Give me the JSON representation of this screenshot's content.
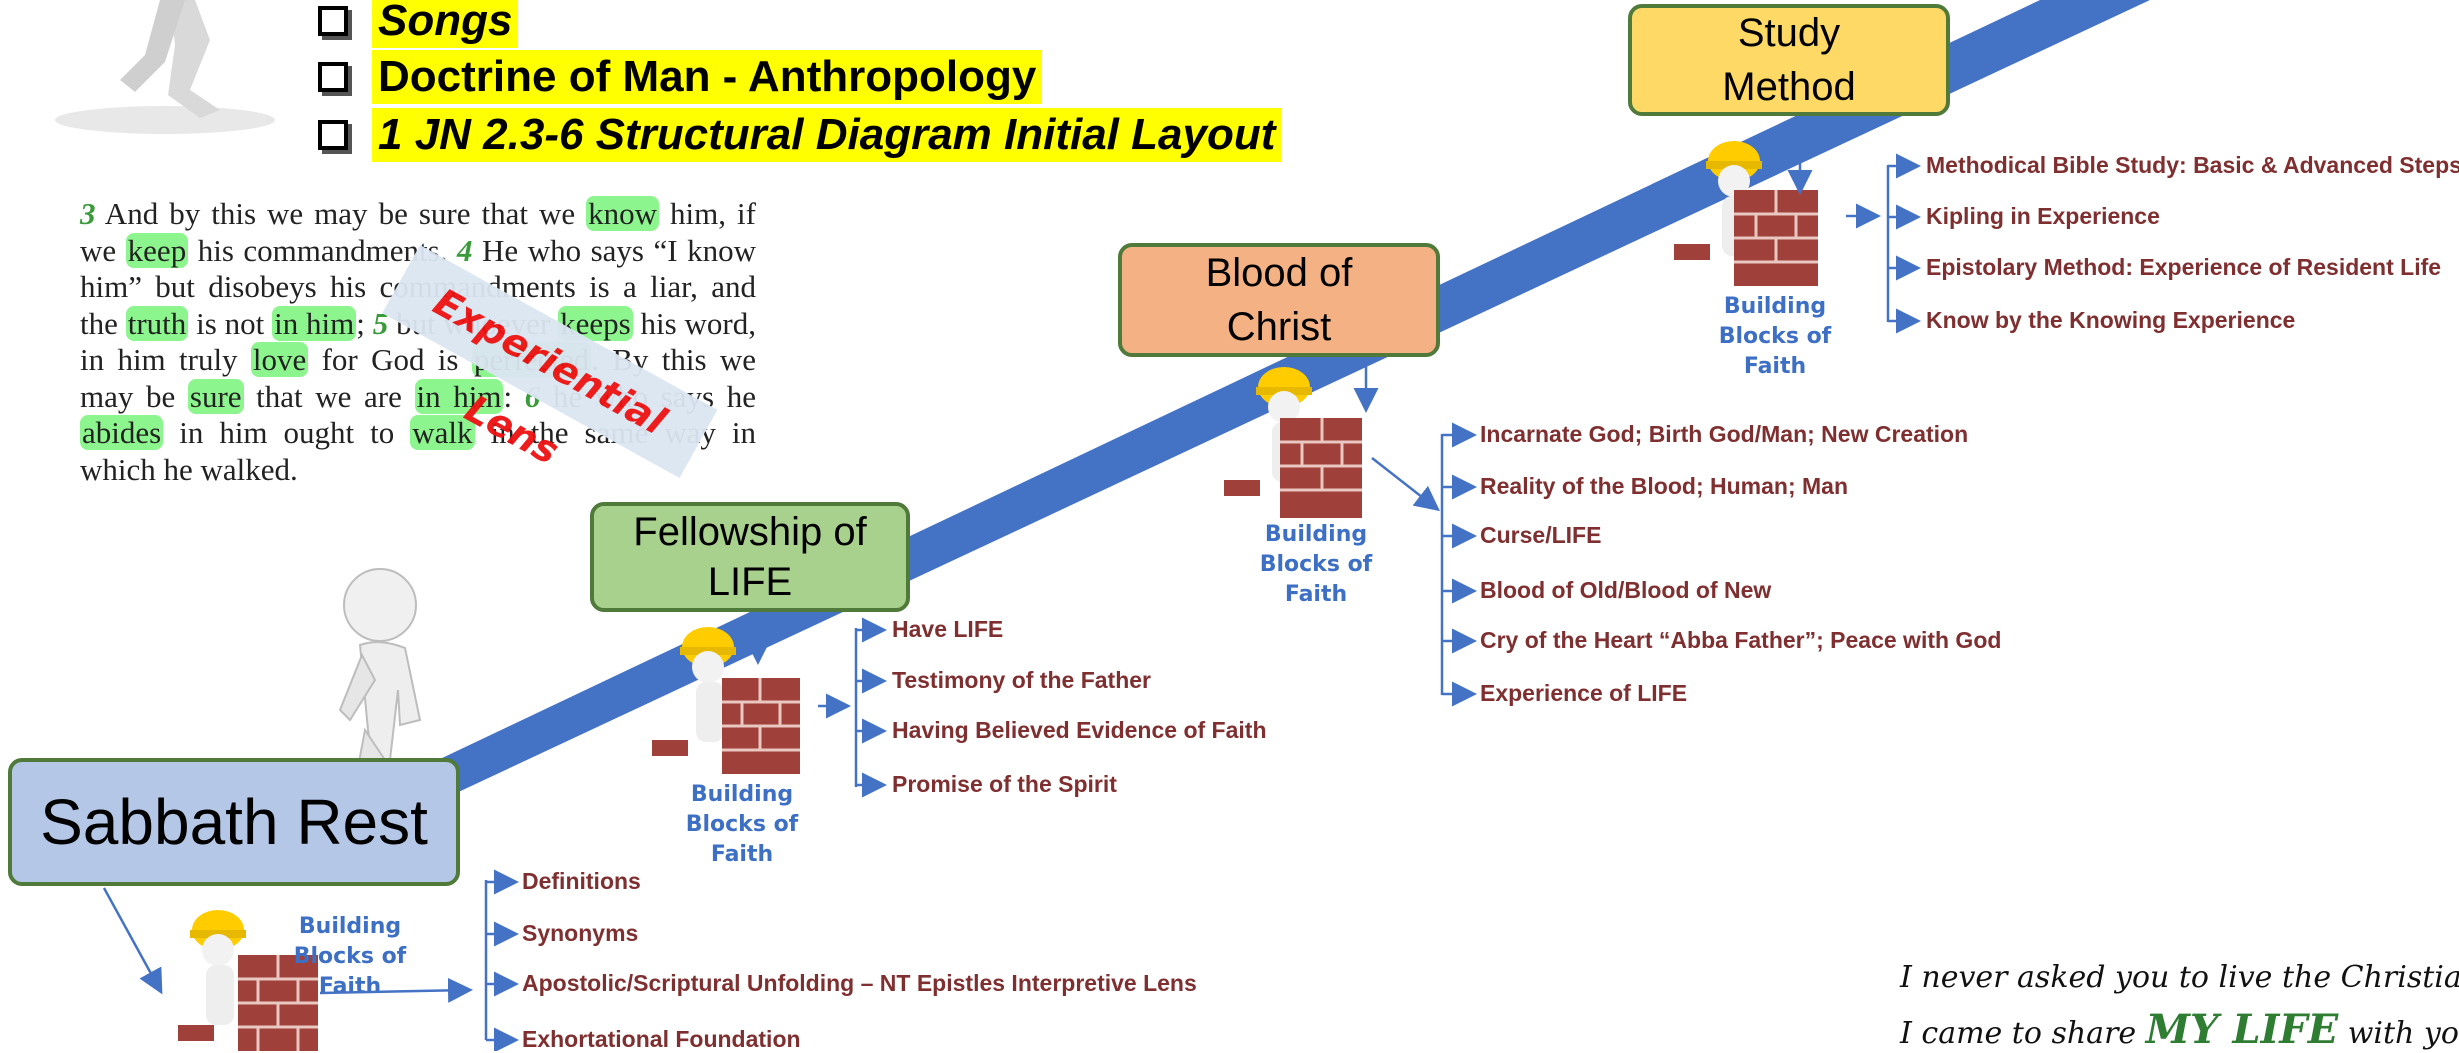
{
  "checklist": [
    {
      "label": "Songs",
      "italic": true
    },
    {
      "label": "Doctrine of Man - Anthropology",
      "italic": false
    },
    {
      "label": "1 JN 2.3-6  Structural Diagram Initial Layout",
      "italic": true
    }
  ],
  "verse": {
    "segments": [
      {
        "t": "3",
        "vn": true
      },
      {
        "t": " And by this we may be sure that we "
      },
      {
        "t": "know",
        "hl": true
      },
      {
        "t": " him, if we "
      },
      {
        "t": "keep",
        "hl": true
      },
      {
        "t": " his commandments. "
      },
      {
        "t": "4",
        "vn": true
      },
      {
        "t": " He who says “I know him” but disobeys his commandments is a liar, and the "
      },
      {
        "t": "truth",
        "hl": true
      },
      {
        "t": " is not "
      },
      {
        "t": "in him",
        "hl": true
      },
      {
        "t": "; "
      },
      {
        "t": "5",
        "vn": true
      },
      {
        "t": " but whoever "
      },
      {
        "t": "keeps",
        "hl": true
      },
      {
        "t": " his word, in him truly "
      },
      {
        "t": "love",
        "hl": true
      },
      {
        "t": " for God is "
      },
      {
        "t": "perfected",
        "hl": true
      },
      {
        "t": ". By this we may be "
      },
      {
        "t": "sure",
        "hl": true
      },
      {
        "t": " that we are "
      },
      {
        "t": "in him",
        "hl": true
      },
      {
        "t": ": "
      },
      {
        "t": "6",
        "vn": true
      },
      {
        "t": " he who says he "
      },
      {
        "t": "abides",
        "hl": true
      },
      {
        "t": " in him ought to "
      },
      {
        "t": "walk",
        "hl": true
      },
      {
        "t": " in the same way in which he walked."
      }
    ]
  },
  "lens_label": "Experiential Lens",
  "building_blocks_label": "Building Blocks of Faith",
  "stages": {
    "sabbath": {
      "title": "Sabbath Rest",
      "color": "#b4c7e7",
      "items": [
        "Definitions",
        "Synonyms",
        "Apostolic/Scriptural Unfolding – NT Epistles Interpretive Lens",
        "Exhortational Foundation"
      ]
    },
    "fellowship": {
      "title": "Fellowship of LIFE",
      "color": "#a9d18e",
      "items": [
        "Have LIFE",
        "Testimony of the Father",
        "Having Believed Evidence of Faith",
        "Promise of the Spirit"
      ]
    },
    "blood": {
      "title": "Blood of Christ",
      "color": "#f4b183",
      "items": [
        "Incarnate God; Birth God/Man; New Creation",
        "Reality of the Blood; Human; Man",
        "Curse/LIFE",
        "Blood of Old/Blood of New",
        "Cry of the Heart “Abba Father”; Peace with God",
        "Experience of LIFE"
      ]
    },
    "study": {
      "title": "Study Method",
      "color": "#ffd966",
      "items": [
        "Methodical Bible Study: Basic & Advanced Steps",
        "Kipling in Experience",
        "Epistolary Method: Experience of Resident Life",
        "Know by the Knowing Experience"
      ]
    }
  },
  "quote": {
    "line1": "I never asked you to live the Christian life",
    "line2_prefix": "I came to share ",
    "line2_emph": "MY LIFE",
    "line2_suffix": " with you."
  },
  "colors": {
    "arrow": "#4472c4",
    "item_text": "#7f2f30",
    "bbf_text": "#3d70c4",
    "highlight": "#8df58d",
    "checklist_bg": "#ffff00",
    "box_border": "#4f7a3a"
  }
}
